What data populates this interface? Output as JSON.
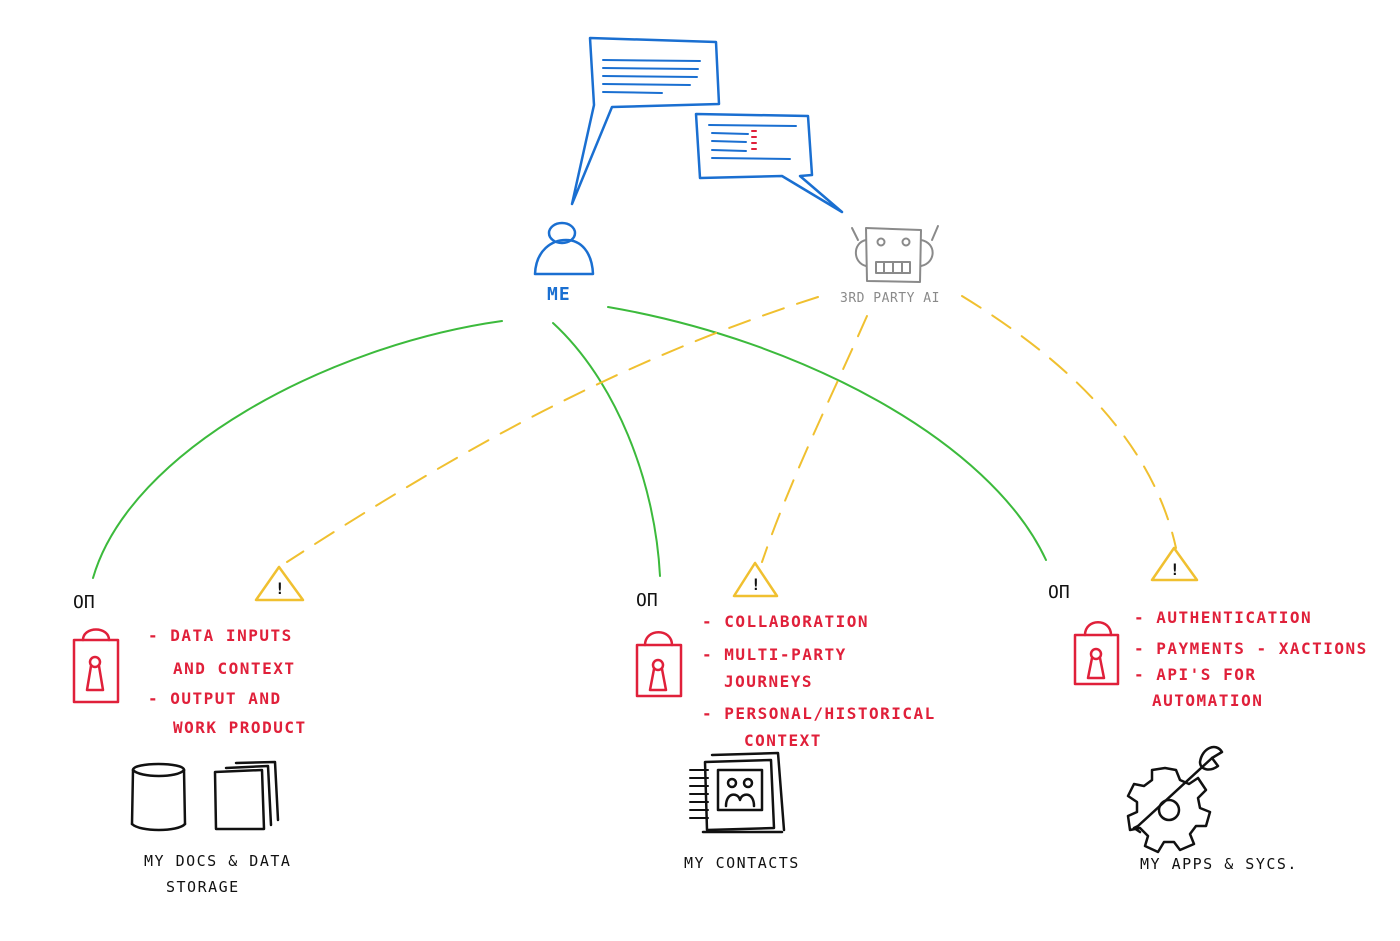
{
  "colors": {
    "blue": "#1a6fd1",
    "green": "#3cba3c",
    "yellow": "#f0c030",
    "red": "#e0203a",
    "gray": "#8a8a8a",
    "black": "#111111"
  },
  "actors": {
    "me": {
      "label": "ME",
      "icon": "person-icon"
    },
    "ai": {
      "label": "3RD PARTY AI",
      "icon": "robot-icon"
    }
  },
  "key_glyph": "Oπ",
  "warning_glyph": "!",
  "groups": [
    {
      "icon": "database-and-documents-icon",
      "title_lines": [
        "MY DOCS & DATA",
        "STORAGE"
      ],
      "items": [
        "- DATA INPUTS",
        "AND CONTEXT",
        "- OUTPUT AND",
        "WORK PRODUCT"
      ]
    },
    {
      "icon": "contact-book-icon",
      "title_lines": [
        "MY CONTACTS"
      ],
      "items": [
        "- COLLABORATION",
        "- MULTI-PARTY",
        "JOURNEYS",
        "- PERSONAL/HISTORICAL",
        "CONTEXT"
      ]
    },
    {
      "icon": "gear-and-wrench-icon",
      "title_lines": [
        "MY APPS & SYCS."
      ],
      "items": [
        "- AUTHENTICATION",
        "- PAYMENTS - XACTIONS",
        "- API'S FOR",
        "AUTOMATION"
      ]
    }
  ]
}
